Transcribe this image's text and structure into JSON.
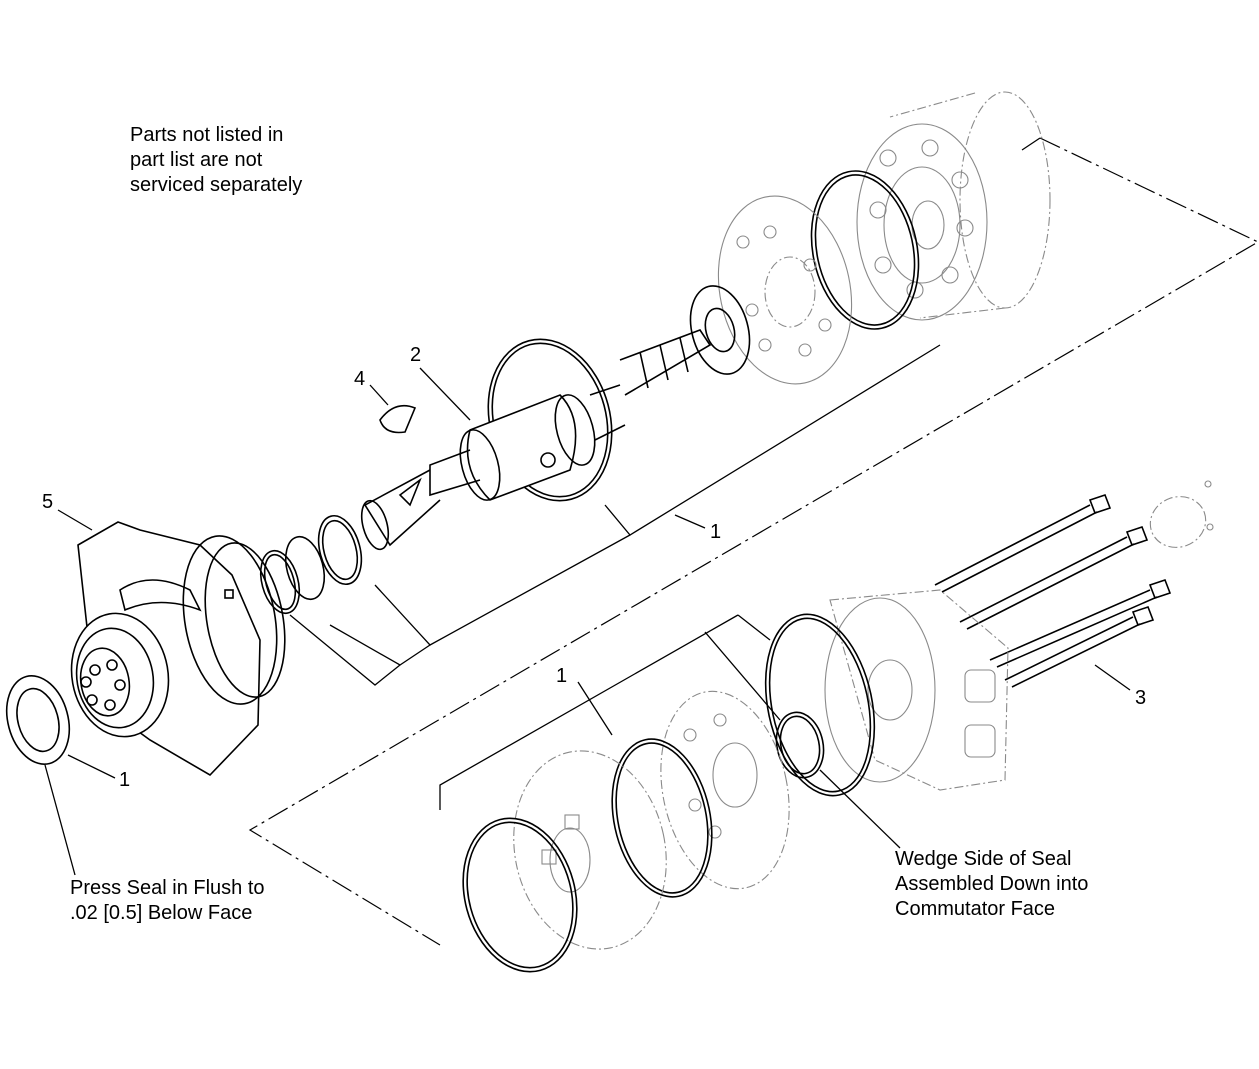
{
  "notes": {
    "parts_not_listed": [
      "Parts not listed in",
      "part list are not",
      "serviced separately"
    ],
    "press_seal": [
      "Press Seal in Flush to",
      ".02 [0.5] Below Face"
    ],
    "wedge_side": [
      "Wedge Side of Seal",
      "Assembled Down into",
      "Commutator Face"
    ]
  },
  "callouts": {
    "item_1_shaft_seals": "1",
    "item_1_commutator_seals": "1",
    "item_1_dust_seal": "1",
    "item_2": "2",
    "item_3": "3",
    "item_4": "4",
    "item_5": "5"
  },
  "parts": [
    {
      "callout": "1",
      "name": "seal-kit"
    },
    {
      "callout": "2",
      "name": "coupling-shaft"
    },
    {
      "callout": "3",
      "name": "cap-screws"
    },
    {
      "callout": "4",
      "name": "key"
    },
    {
      "callout": "5",
      "name": "housing"
    }
  ]
}
